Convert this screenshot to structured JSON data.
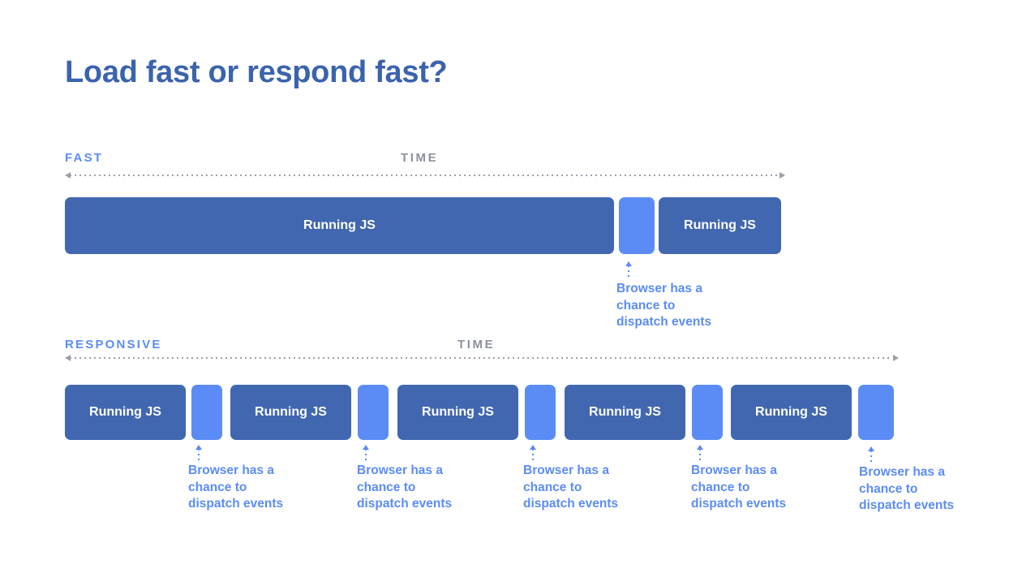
{
  "title": "Load fast or respond fast?",
  "colors": {
    "title": "#3b63ad",
    "js_block": "#4167b0",
    "gap_block": "#5b8cf5",
    "accent_blue": "#5b8cf5",
    "axis_gray": "#9aa0ab",
    "time_label": "#8b919c",
    "background": "#ffffff"
  },
  "callout_text": "Browser has a\nchance to\ndispatch events",
  "rows": [
    {
      "id": "fast",
      "label": "FAST",
      "time_label": "TIME",
      "blocks": [
        {
          "kind": "js",
          "label": "Running JS"
        },
        {
          "kind": "gap",
          "label": ""
        },
        {
          "kind": "js",
          "label": "Running JS"
        }
      ],
      "callouts": 1
    },
    {
      "id": "responsive",
      "label": "RESPONSIVE",
      "time_label": "TIME",
      "blocks": [
        {
          "kind": "js",
          "label": "Running JS"
        },
        {
          "kind": "gap",
          "label": ""
        },
        {
          "kind": "js",
          "label": "Running JS"
        },
        {
          "kind": "gap",
          "label": ""
        },
        {
          "kind": "js",
          "label": "Running JS"
        },
        {
          "kind": "gap",
          "label": ""
        },
        {
          "kind": "js",
          "label": "Running JS"
        },
        {
          "kind": "gap",
          "label": ""
        },
        {
          "kind": "js",
          "label": "Running JS"
        },
        {
          "kind": "gap",
          "label": ""
        }
      ],
      "callouts": 5
    }
  ]
}
